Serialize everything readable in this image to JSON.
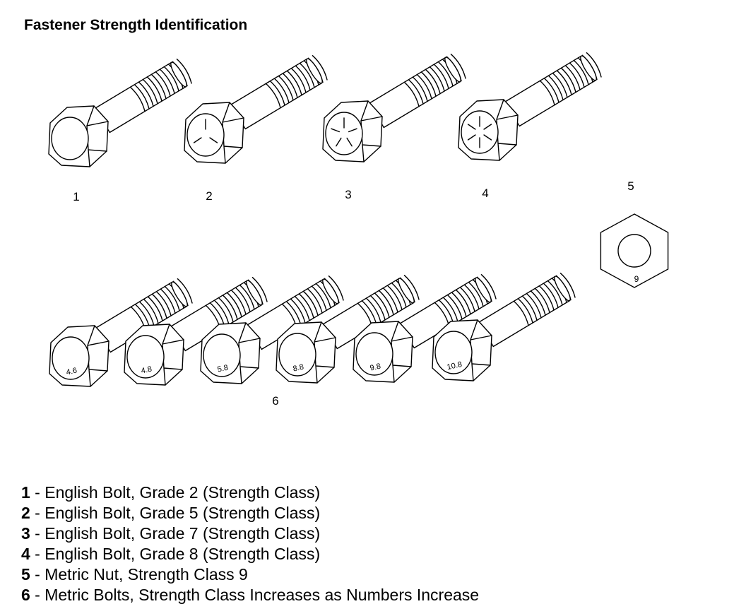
{
  "title": "Fastener Strength Identification",
  "callouts": [
    {
      "id": "1",
      "label": "1"
    },
    {
      "id": "2",
      "label": "2"
    },
    {
      "id": "3",
      "label": "3"
    },
    {
      "id": "4",
      "label": "4"
    },
    {
      "id": "5",
      "label": "5"
    },
    {
      "id": "6",
      "label": "6"
    }
  ],
  "english_bolts": [
    {
      "callout": "1",
      "head_marking": "none",
      "radial_lines": 0
    },
    {
      "callout": "2",
      "head_marking": "3 radial lines",
      "radial_lines": 3
    },
    {
      "callout": "3",
      "head_marking": "5 radial lines",
      "radial_lines": 5
    },
    {
      "callout": "4",
      "head_marking": "6 radial lines",
      "radial_lines": 6
    }
  ],
  "metric_nut": {
    "callout": "5",
    "marking": "9"
  },
  "metric_bolts": {
    "callout": "6",
    "markings": [
      "4.6",
      "4.8",
      "5.8",
      "8.8",
      "9.8",
      "10.8"
    ]
  },
  "legend": [
    {
      "num": "1",
      "text": " - English Bolt, Grade 2 (Strength Class)"
    },
    {
      "num": "2",
      "text": " - English Bolt, Grade 5 (Strength Class)"
    },
    {
      "num": "3",
      "text": " - English Bolt, Grade 7 (Strength Class)"
    },
    {
      "num": "4",
      "text": " - English Bolt, Grade 8 (Strength Class)"
    },
    {
      "num": "5",
      "text": " - Metric Nut, Strength Class 9"
    },
    {
      "num": "6",
      "text": " - Metric Bolts, Strength Class Increases as Numbers Increase"
    }
  ]
}
